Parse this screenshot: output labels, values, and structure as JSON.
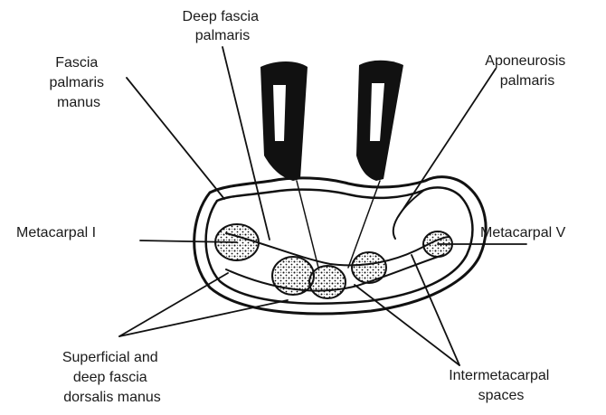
{
  "diagram": {
    "labels": {
      "deep_fascia_palmaris": [
        "Deep fascia",
        "palmaris"
      ],
      "fascia_palmaris_manus": [
        "Fascia",
        "palmaris",
        "manus"
      ],
      "aponeurosis_palmaris": [
        "Aponeurosis",
        "palmaris"
      ],
      "metacarpal_1": "Metacarpal I",
      "metacarpal_5": "Metacarpal V",
      "superficial_deep_fascia_dorsalis": [
        "Superficial and",
        "deep fascia",
        "dorsalis manus"
      ],
      "intermetacarpal_spaces": [
        "Intermetacarpal",
        "spaces"
      ]
    },
    "colors": {
      "ink": "#111111",
      "background": "#ffffff"
    }
  }
}
